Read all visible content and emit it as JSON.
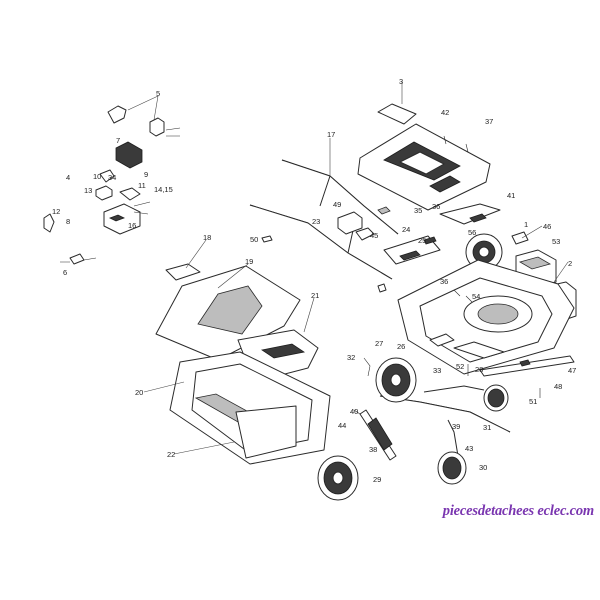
{
  "diagram": {
    "callouts": [
      "1",
      "2",
      "3",
      "4",
      "5",
      "6",
      "7",
      "8",
      "9",
      "10",
      "11",
      "12",
      "13",
      "14,15",
      "16",
      "17",
      "18",
      "19",
      "20",
      "21",
      "22",
      "23",
      "24",
      "25",
      "26",
      "27",
      "28",
      "29",
      "30",
      "31",
      "32",
      "33",
      "34",
      "35",
      "36",
      "36",
      "37",
      "38",
      "39",
      "40",
      "41",
      "42",
      "43",
      "44",
      "45",
      "46",
      "47",
      "48",
      "49",
      "50",
      "51",
      "52",
      "53",
      "54",
      "56"
    ]
  },
  "watermark": "piecesdetachees eclec.com",
  "colors": {
    "line": "#2b2b2b",
    "watermark": "#7a36b0",
    "background": "#ffffff"
  }
}
